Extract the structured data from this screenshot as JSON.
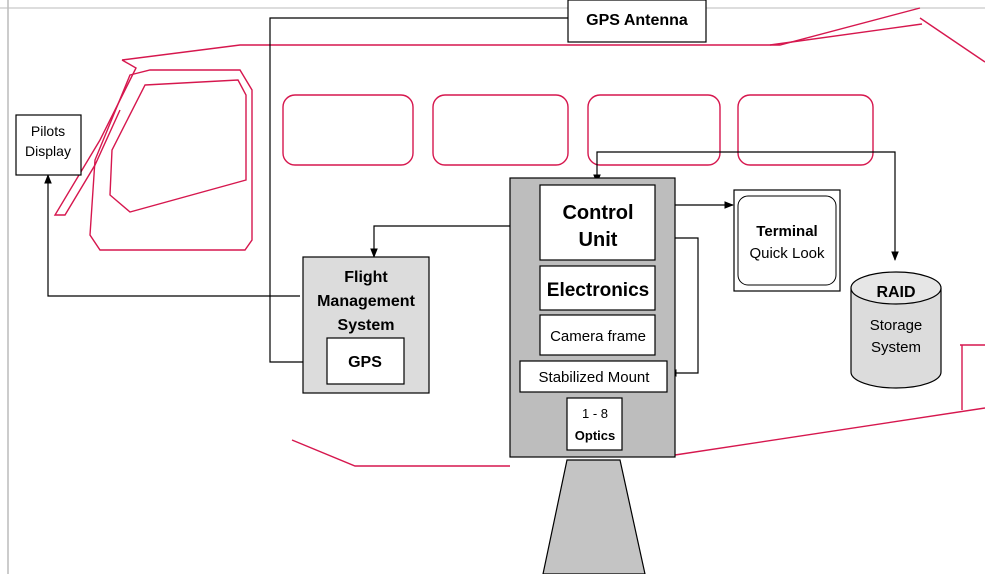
{
  "colors": {
    "aircraft_outline": "#d6174e",
    "connector": "#000000",
    "box_fill": "#ffffff",
    "fms_fill": "#dcdcdc",
    "camera_housing_fill": "#bdbdbd"
  },
  "labels": {
    "gps_antenna": "GPS Antenna",
    "pilots_display_line1": "Pilots",
    "pilots_display_line2": "Display",
    "fms_line1": "Flight",
    "fms_line2": "Management",
    "fms_line3": "System",
    "gps": "GPS",
    "control_unit_line1": "Control",
    "control_unit_line2": "Unit",
    "electronics": "Electronics",
    "camera_frame": "Camera frame",
    "stabilized_mount": "Stabilized Mount",
    "optics_line1": "1 - 8",
    "optics_line2": "Optics",
    "terminal_line1": "Terminal",
    "terminal_line2": "Quick Look",
    "raid_line1": "RAID",
    "raid_line2": "Storage",
    "raid_line3": "System"
  }
}
